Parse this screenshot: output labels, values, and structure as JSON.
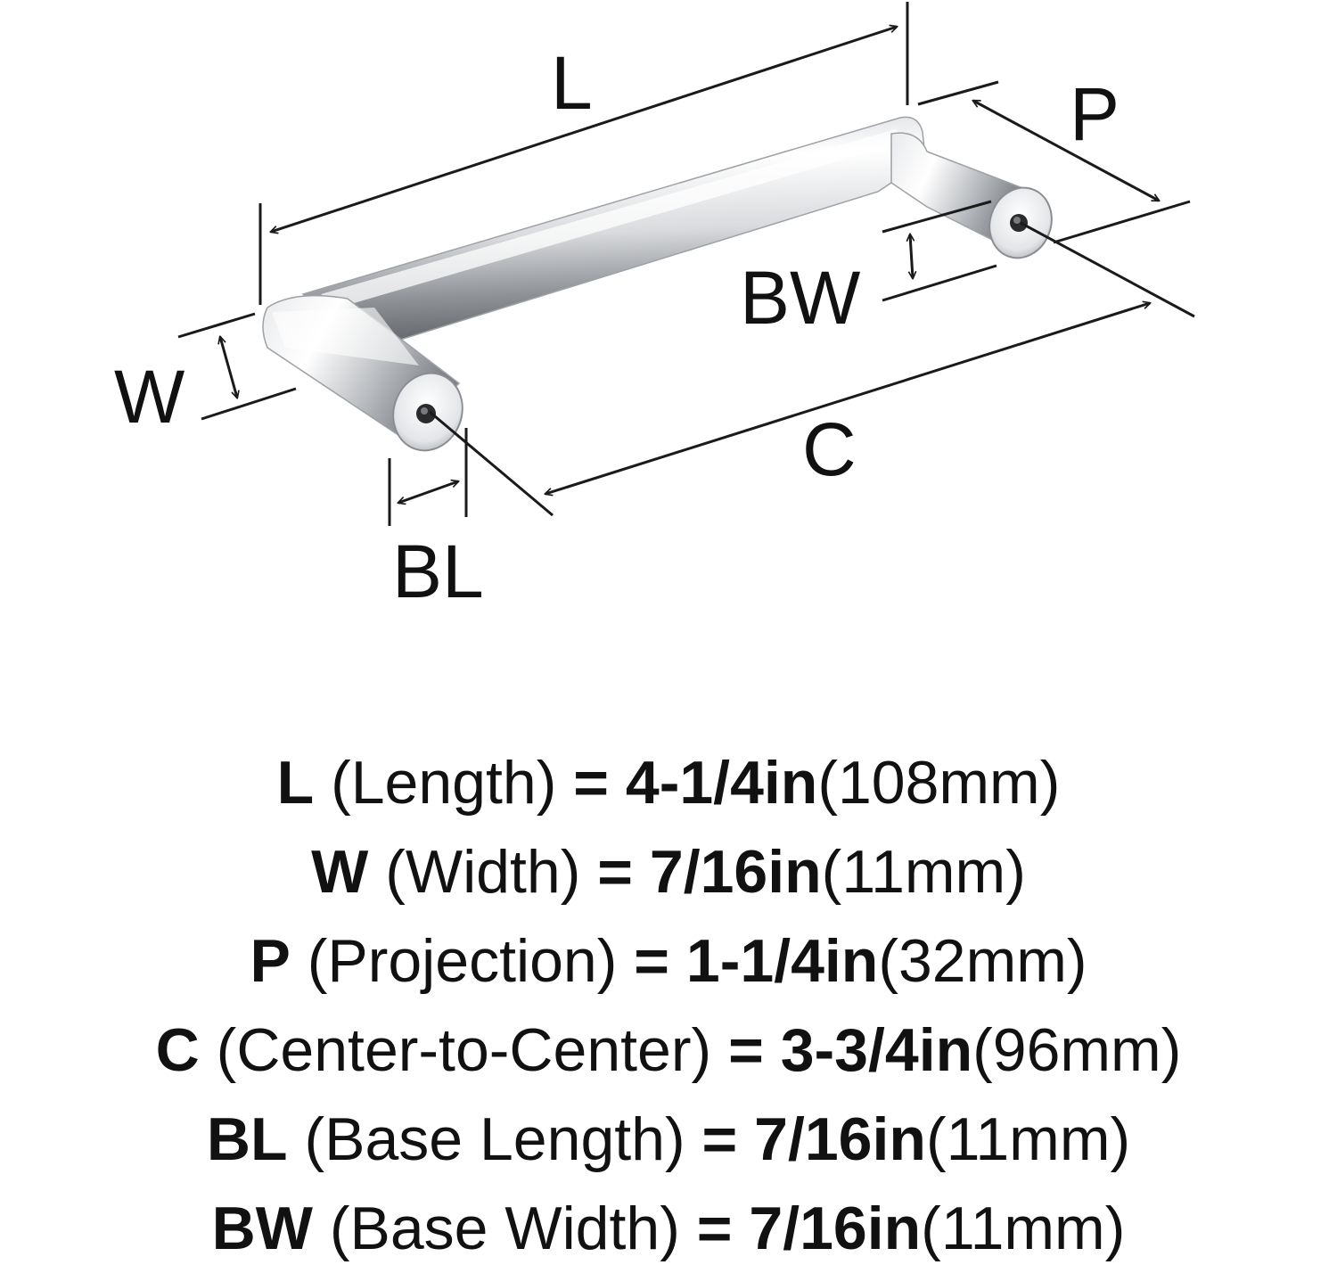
{
  "diagram": {
    "labels": {
      "L": "L",
      "P": "P",
      "BW": "BW",
      "W": "W",
      "C": "C",
      "BL": "BL"
    },
    "line_color": "#1a1a1a",
    "metal_highlight": "#ffffff",
    "metal_shadow": "#8a8d92"
  },
  "specs": [
    {
      "code": "L",
      "name": "(Length)",
      "eq": "=",
      "imperial": "4-1/4in",
      "metric": "(108mm)"
    },
    {
      "code": "W",
      "name": "(Width)",
      "eq": "=",
      "imperial": "7/16in",
      "metric": "(11mm)"
    },
    {
      "code": "P",
      "name": "(Projection)",
      "eq": "=",
      "imperial": "1-1/4in",
      "metric": "(32mm)"
    },
    {
      "code": "C",
      "name": "(Center-to-Center)",
      "eq": "=",
      "imperial": "3-3/4in",
      "metric": "(96mm)"
    },
    {
      "code": "BL",
      "name": "(Base Length)",
      "eq": "=",
      "imperial": "7/16in",
      "metric": "(11mm)"
    },
    {
      "code": "BW",
      "name": "(Base Width)",
      "eq": "=",
      "imperial": "7/16in",
      "metric": "(11mm)"
    }
  ]
}
